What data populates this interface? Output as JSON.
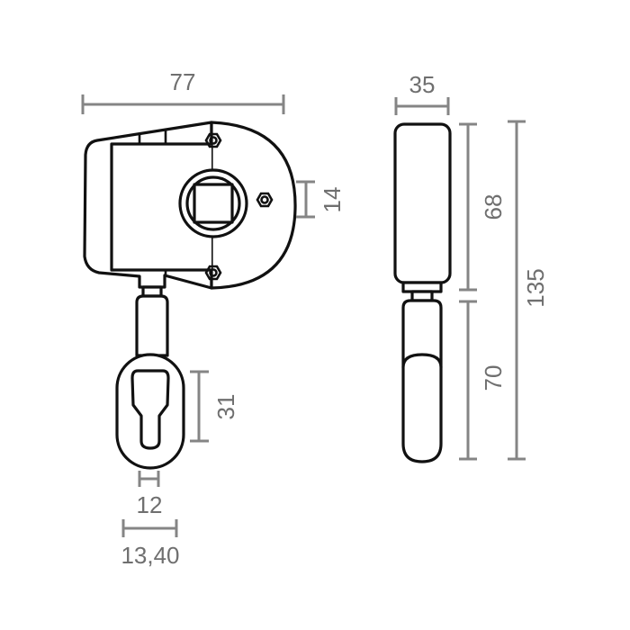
{
  "drawing": {
    "subject": "Gear operator for roller shutter with hook handle (front and side views)",
    "units": "mm",
    "line_color": "#111111",
    "dimension_color": "#858585",
    "dimension_text_color": "#6f6f6f",
    "front_view": {
      "dimensions": {
        "overall_width": "77",
        "drive_square": "14",
        "eye_height": "31",
        "eye_inner_width": "12",
        "eye_outer_width": "13,40"
      }
    },
    "side_view": {
      "dimensions": {
        "width": "35",
        "body_height": "68",
        "handle_height": "70",
        "overall_height": "135"
      }
    }
  }
}
